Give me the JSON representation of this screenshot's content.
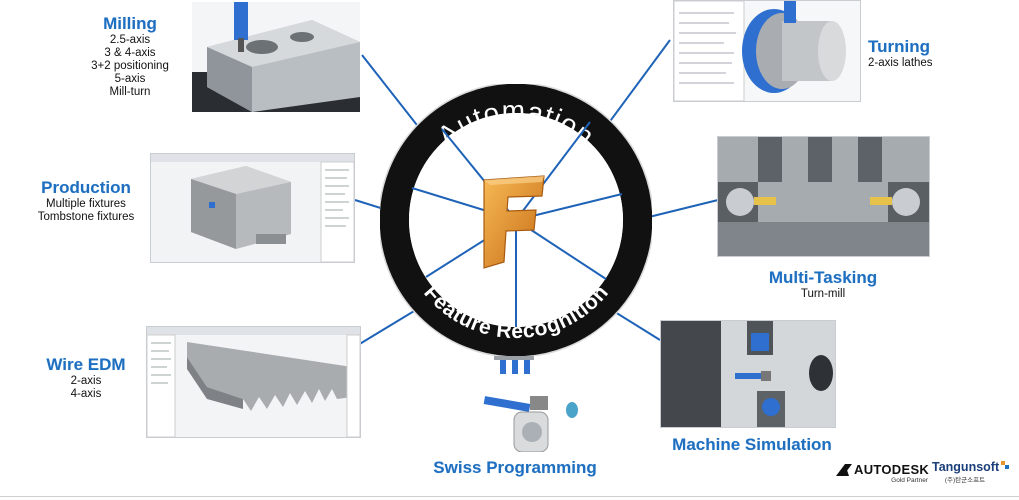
{
  "ring": {
    "top_text": "Automation",
    "bottom_text": "Feature Recognition"
  },
  "categories": {
    "milling": {
      "title": "Milling",
      "items": [
        "2.5-axis",
        "3 & 4-axis",
        "3+2 positioning",
        "5-axis",
        "Mill-turn"
      ]
    },
    "production": {
      "title": "Production",
      "items": [
        "Multiple fixtures",
        "Tombstone fixtures"
      ]
    },
    "wire_edm": {
      "title": "Wire EDM",
      "items": [
        "2-axis",
        "4-axis"
      ]
    },
    "swiss": {
      "title": "Swiss Programming"
    },
    "turning": {
      "title": "Turning",
      "items": [
        "2-axis lathes"
      ]
    },
    "multitasking": {
      "title": "Multi-Tasking",
      "items": [
        "Turn-mill"
      ]
    },
    "simulation": {
      "title": "Machine Simulation"
    }
  },
  "footer": {
    "autodesk_logo": "AUTODESK",
    "autodesk_sub": "Gold Partner",
    "partner_logo": "Tangunsoft",
    "partner_sub": "(주)탄군소프트"
  },
  "colors": {
    "title_blue": "#1f6fc1",
    "ray_blue": "#1e63b8",
    "ring": "#111111",
    "fusion_orange": "#e8962a"
  }
}
